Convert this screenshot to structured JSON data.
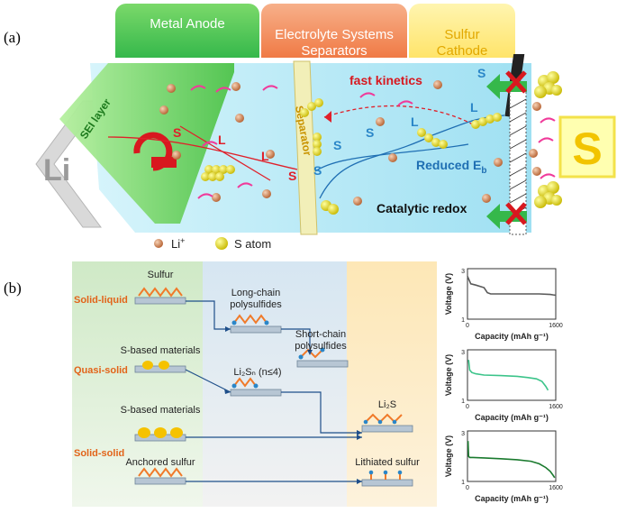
{
  "panel_a": {
    "label": "(a)",
    "tabs": [
      {
        "text": "Metal Anode",
        "color": "#35b84b"
      },
      {
        "text": "Electrolyte Systems\nSeparators",
        "color": "#f07a45"
      },
      {
        "text": "Sulfur\nCathode",
        "color": "#f3c400"
      }
    ],
    "li_text": "Li",
    "sei_text": "SEI layer",
    "separator_text": "Separator",
    "fast_kinetics": "fast kinetics",
    "reduced_eb_prefix": "Reduced E",
    "reduced_eb_sub": "b",
    "catalytic_redox": "Catalytic redox",
    "big_s": "S",
    "legend_li_prefix": "Li",
    "legend_li_sup": "+",
    "legend_s": "S atom",
    "left_letters": [
      {
        "text": "S",
        "color": "#e0202a"
      },
      {
        "text": "L",
        "color": "#e0202a"
      },
      {
        "text": "L",
        "color": "#e0202a"
      },
      {
        "text": "S",
        "color": "#e0202a"
      }
    ],
    "right_letters": [
      {
        "text": "S",
        "color": "#2a86c8"
      },
      {
        "text": "L",
        "color": "#2a86c8"
      },
      {
        "text": "L",
        "color": "#2a86c8"
      },
      {
        "text": "S",
        "color": "#2a86c8"
      },
      {
        "text": "S",
        "color": "#2a86c8"
      },
      {
        "text": "S",
        "color": "#2a86c8"
      }
    ]
  },
  "panel_b": {
    "label": "(b)",
    "regimes": [
      {
        "text": "Solid-liquid",
        "color": "#e2641a"
      },
      {
        "text": "Quasi-solid",
        "color": "#e2641a"
      },
      {
        "text": "Solid-solid",
        "color": "#e2641a"
      }
    ],
    "labels": {
      "sulfur": "Sulfur",
      "long_chain": "Long-chain\npolysulfides",
      "short_chain": "Short-chain\npolysulfides",
      "s_based_1": "S-based materials",
      "s_based_2": "S-based materials",
      "li2sn": "Li₂Sₙ (n≤4)",
      "li2s": "Li₂S",
      "anchored": "Anchored sulfur",
      "lithiated": "Lithiated sulfur"
    }
  },
  "chart_data": [
    {
      "type": "line",
      "xlabel": "Capacity (mAh g⁻¹)",
      "ylabel": "Voltage (V)",
      "x_ticks": [
        "0",
        "1600"
      ],
      "y_ticks": [
        "1",
        "3"
      ],
      "xlim": [
        0,
        1600
      ],
      "ylim": [
        1,
        3
      ],
      "line_color": "#5a5a5a",
      "series": [
        {
          "x": [
            0,
            60,
            150,
            300,
            360,
            420,
            500,
            700,
            1000,
            1300,
            1500,
            1560,
            1600
          ],
          "y": [
            2.7,
            2.4,
            2.35,
            2.25,
            2.05,
            2.0,
            2.0,
            2.0,
            2.0,
            2.0,
            1.98,
            1.96,
            1.95
          ]
        }
      ]
    },
    {
      "type": "line",
      "xlabel": "Capacity (mAh g⁻¹)",
      "ylabel": "Voltage (V)",
      "x_ticks": [
        "0",
        "1600"
      ],
      "y_ticks": [
        "1",
        "3"
      ],
      "xlim": [
        0,
        1600
      ],
      "ylim": [
        1,
        3
      ],
      "line_color": "#3cc48a",
      "series": [
        {
          "x": [
            20,
            40,
            80,
            150,
            300,
            600,
            900,
            1100,
            1250,
            1350,
            1420,
            1460
          ],
          "y": [
            2.6,
            2.2,
            2.1,
            2.05,
            2.0,
            1.98,
            1.95,
            1.9,
            1.85,
            1.75,
            1.55,
            1.4
          ]
        }
      ]
    },
    {
      "type": "line",
      "xlabel": "Capacity (mAh g⁻¹)",
      "ylabel": "Voltage (V)",
      "x_ticks": [
        "0",
        "1600"
      ],
      "y_ticks": [
        "1",
        "3"
      ],
      "xlim": [
        0,
        1600
      ],
      "ylim": [
        1,
        3
      ],
      "line_color": "#1a7a2e",
      "series": [
        {
          "x": [
            10,
            20,
            40,
            100,
            300,
            600,
            900,
            1150,
            1300,
            1420,
            1500,
            1550,
            1580
          ],
          "y": [
            2.6,
            2.0,
            1.95,
            1.95,
            1.93,
            1.9,
            1.86,
            1.8,
            1.7,
            1.55,
            1.4,
            1.25,
            1.15
          ]
        }
      ]
    }
  ],
  "colors": {
    "lithium_ion": "#c06a3a",
    "sulfur_atom": "#e6d800",
    "blue_pane": "#a9e4f4",
    "green_pane": "#6ed36a",
    "pink_arrow": "#f03a9a",
    "red_text": "#d8181f",
    "blue_text": "#1f6fb3"
  }
}
